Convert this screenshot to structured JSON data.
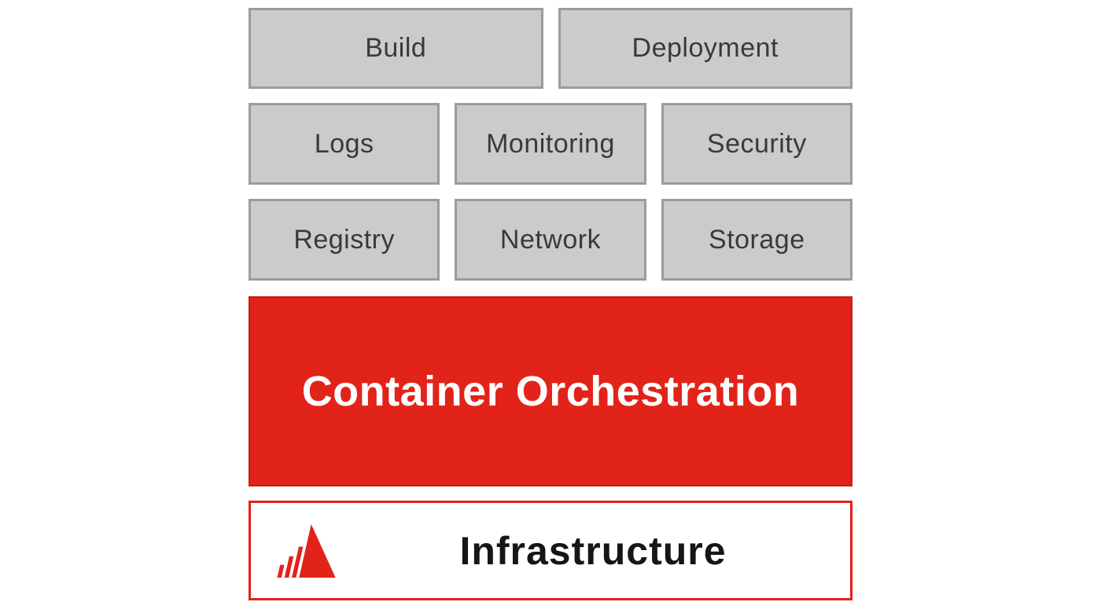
{
  "colors": {
    "accent_red": "#e2231a",
    "box_fill": "#cbcbcb",
    "box_border": "#9b9b9b",
    "box_text": "#3a3a3a"
  },
  "layers": {
    "tooling_row": {
      "items": [
        {
          "label": "Build"
        },
        {
          "label": "Deployment"
        }
      ]
    },
    "ops_row": {
      "items": [
        {
          "label": "Logs"
        },
        {
          "label": "Monitoring"
        },
        {
          "label": "Security"
        }
      ]
    },
    "resources_row": {
      "items": [
        {
          "label": "Registry"
        },
        {
          "label": "Network"
        },
        {
          "label": "Storage"
        }
      ]
    },
    "orchestration": {
      "label": "Container Orchestration"
    },
    "infrastructure": {
      "label": "Infrastructure",
      "logo": "striped-triangle-logo"
    }
  }
}
